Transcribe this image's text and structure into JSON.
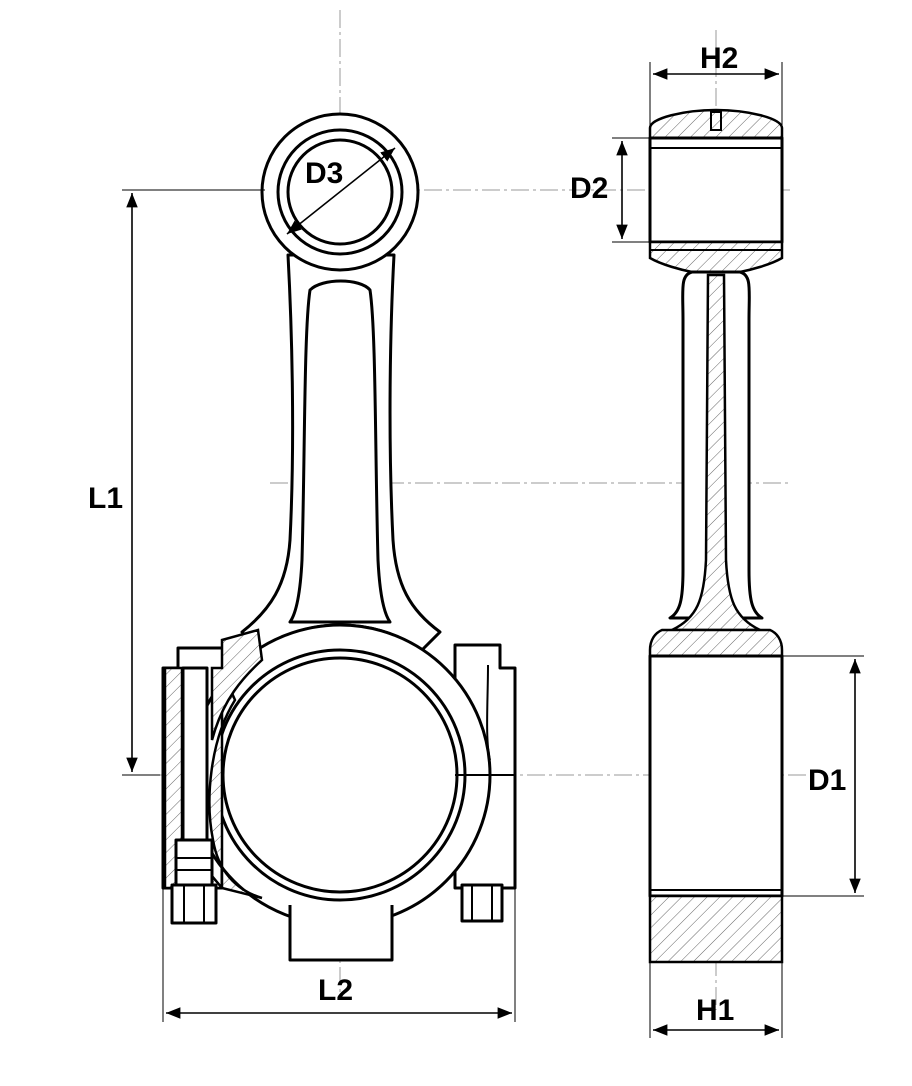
{
  "labels": {
    "l1": "L1",
    "l2": "L2",
    "d1": "D1",
    "d2": "D2",
    "d3": "D3",
    "h1": "H1",
    "h2": "H2"
  }
}
